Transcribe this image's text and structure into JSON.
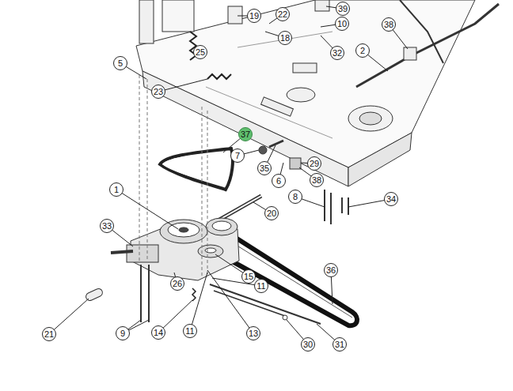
{
  "diagram": {
    "labels": [
      "19",
      "22",
      "39",
      "10",
      "38",
      "18",
      "25",
      "32",
      "2",
      "5",
      "23",
      "37",
      "7",
      "35",
      "29",
      "6",
      "38",
      "8",
      "34",
      "1",
      "20",
      "33",
      "15",
      "11",
      "26",
      "36",
      "21",
      "9",
      "14",
      "11",
      "13",
      "30",
      "31"
    ]
  }
}
